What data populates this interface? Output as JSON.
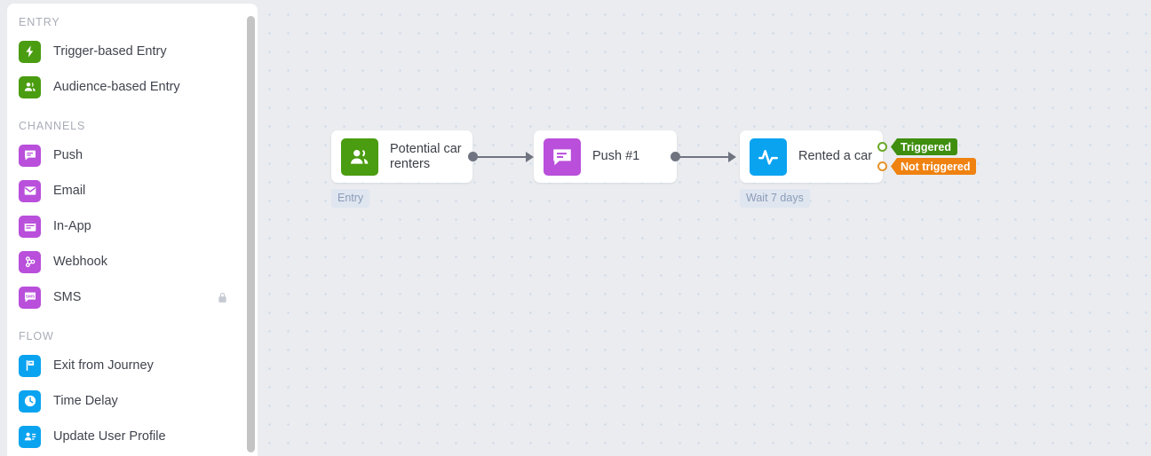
{
  "sidebar": {
    "sections": [
      {
        "label": "ENTRY",
        "items": [
          {
            "label": "Trigger-based Entry",
            "icon": "lightning-bolt-icon",
            "color": "#4a9c10",
            "locked": false
          },
          {
            "label": "Audience-based Entry",
            "icon": "audience-people-icon",
            "color": "#4a9c10",
            "locked": false
          }
        ]
      },
      {
        "label": "CHANNELS",
        "items": [
          {
            "label": "Push",
            "icon": "push-chat-bubble-icon",
            "color": "#b94fdb",
            "locked": false
          },
          {
            "label": "Email",
            "icon": "email-envelope-icon",
            "color": "#b94fdb",
            "locked": false
          },
          {
            "label": "In-App",
            "icon": "in-app-window-icon",
            "color": "#b94fdb",
            "locked": false
          },
          {
            "label": "Webhook",
            "icon": "webhook-nodes-icon",
            "color": "#b94fdb",
            "locked": false
          },
          {
            "label": "SMS",
            "icon": "sms-bubble-icon",
            "color": "#b94fdb",
            "locked": true
          }
        ]
      },
      {
        "label": "FLOW",
        "items": [
          {
            "label": "Exit from Journey",
            "icon": "exit-flag-icon",
            "color": "#0aa3f0",
            "locked": false
          },
          {
            "label": "Time Delay",
            "icon": "clock-icon",
            "color": "#0aa3f0",
            "locked": false
          },
          {
            "label": "Update User Profile",
            "icon": "update-user-profile-icon",
            "color": "#0aa3f0",
            "locked": false
          }
        ]
      }
    ],
    "lock_icon": "lock-icon"
  },
  "canvas": {
    "nodes": [
      {
        "title": "Potential car renters",
        "icon": "audience-people-icon",
        "color": "#4a9c10",
        "chip": "Entry"
      },
      {
        "title": "Push #1",
        "icon": "push-chat-bubble-icon",
        "color": "#b94fdb",
        "chip": ""
      },
      {
        "title": "Rented a car",
        "icon": "activity-pulse-icon",
        "color": "#0aa3f0",
        "chip": "Wait 7 days"
      }
    ],
    "branches": [
      {
        "label": "Triggered",
        "color": "#3f8e0f"
      },
      {
        "label": "Not triggered",
        "color": "#ef8210"
      }
    ]
  }
}
